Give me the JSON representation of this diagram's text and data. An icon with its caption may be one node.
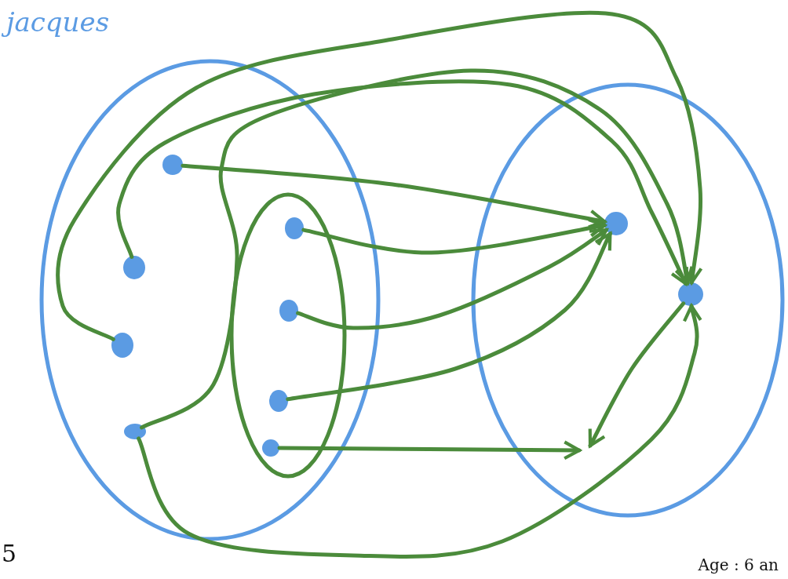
{
  "diagram": {
    "nodes": [
      {
        "text": [],
        "shape": "ellipse"
      },
      {
        "text": [],
        "shape": "circle",
        "in": 0
      },
      {
        "text": [],
        "shape": "circle",
        "in": 0
      },
      {
        "text": [],
        "shape": "circle",
        "in": 0
      },
      {
        "text": [],
        "shape": "circle",
        "in": 0
      },
      {
        "text": [],
        "shape": "ellipse",
        "in": 0
      },
      {
        "text": [],
        "shape": "circle",
        "in": 5
      },
      {
        "text": [],
        "shape": "circle",
        "in": 5
      },
      {
        "text": [],
        "shape": "circle",
        "in": 5
      },
      {
        "text": [],
        "shape": "circle",
        "in": 5
      },
      {
        "text": [],
        "shape": "ellipse"
      },
      {
        "text": [],
        "shape": "circle",
        "in": 10
      },
      {
        "text": [],
        "shape": "circle",
        "in": 10
      }
    ],
    "edges": [
      {
        "from": 1,
        "to": 11,
        "arrow": "to"
      },
      {
        "from": 6,
        "to": 11,
        "arrow": "to"
      },
      {
        "from": 7,
        "to": 11,
        "arrow": "to"
      },
      {
        "from": 8,
        "to": 11,
        "arrow": "to"
      },
      {
        "from": 9,
        "to": null,
        "arrow": "to"
      },
      {
        "from": 12,
        "to": null,
        "arrow": "to"
      },
      {
        "from": 2,
        "to": 12,
        "arrow": "to"
      },
      {
        "from": 3,
        "to": 12,
        "arrow": "to"
      },
      {
        "from": 4,
        "to": 12,
        "arrow": "to"
      },
      {
        "from": 4,
        "to": 12,
        "arrow": "to"
      }
    ],
    "labels": [
      "jacques",
      "5",
      "Age : 6 an"
    ]
  }
}
